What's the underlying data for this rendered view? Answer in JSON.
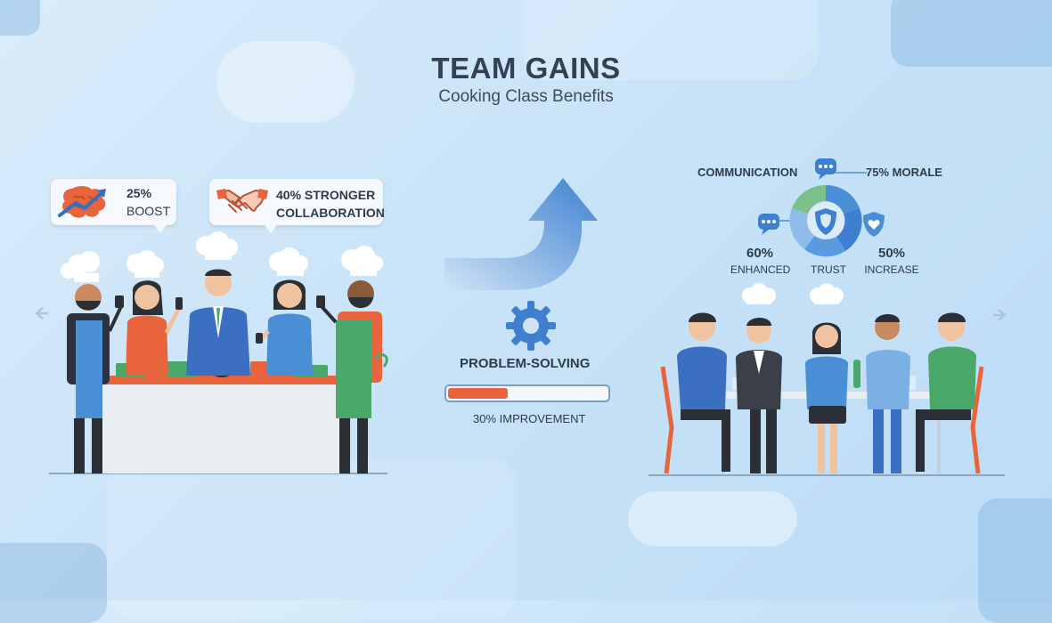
{
  "header": {
    "title": "TEAM GAINS",
    "subtitle": "Cooking Class Benefits"
  },
  "left_panel": {
    "callouts": [
      {
        "value": "25%",
        "text": "BOOST",
        "icon": "brain-growth-icon"
      },
      {
        "value": "40% STRONGER",
        "text": "COLLABORATION",
        "icon": "handshake-icon"
      }
    ]
  },
  "middle_panel": {
    "label": "PROBLEM-SOLVING",
    "progress_label": "30% IMPROVEMENT",
    "progress_fraction": 0.3,
    "icon": "gear-icon"
  },
  "right_panel": {
    "communication": "COMMUNICATION",
    "morale": "75% MORALE",
    "enhanced_value": "60%",
    "enhanced_text": "ENHANCED",
    "trust": "TRUST",
    "increase_value": "50%",
    "increase_text": "INCREASE"
  },
  "colors": {
    "accent_blue": "#4a8fd6",
    "accent_green": "#7cc08a",
    "accent_orange": "#e8643c"
  }
}
